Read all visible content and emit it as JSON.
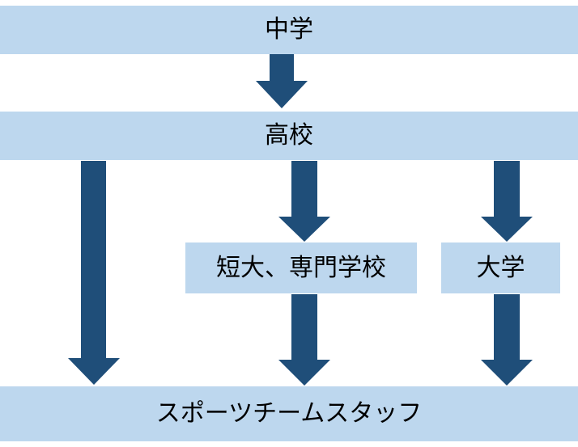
{
  "colors": {
    "box_fill": "#bdd7ee",
    "arrow_fill": "#1f4e79",
    "text": "#000000"
  },
  "diagram": {
    "nodes": {
      "middle_school": "中学",
      "high_school": "高校",
      "junior_college": "短大、専門学校",
      "university": "大学",
      "sports_staff": "スポーツチームスタッフ"
    },
    "edges": [
      {
        "from": "middle_school",
        "to": "high_school"
      },
      {
        "from": "high_school",
        "to": "sports_staff"
      },
      {
        "from": "high_school",
        "to": "junior_college"
      },
      {
        "from": "high_school",
        "to": "university"
      },
      {
        "from": "junior_college",
        "to": "sports_staff"
      },
      {
        "from": "university",
        "to": "sports_staff"
      }
    ]
  }
}
